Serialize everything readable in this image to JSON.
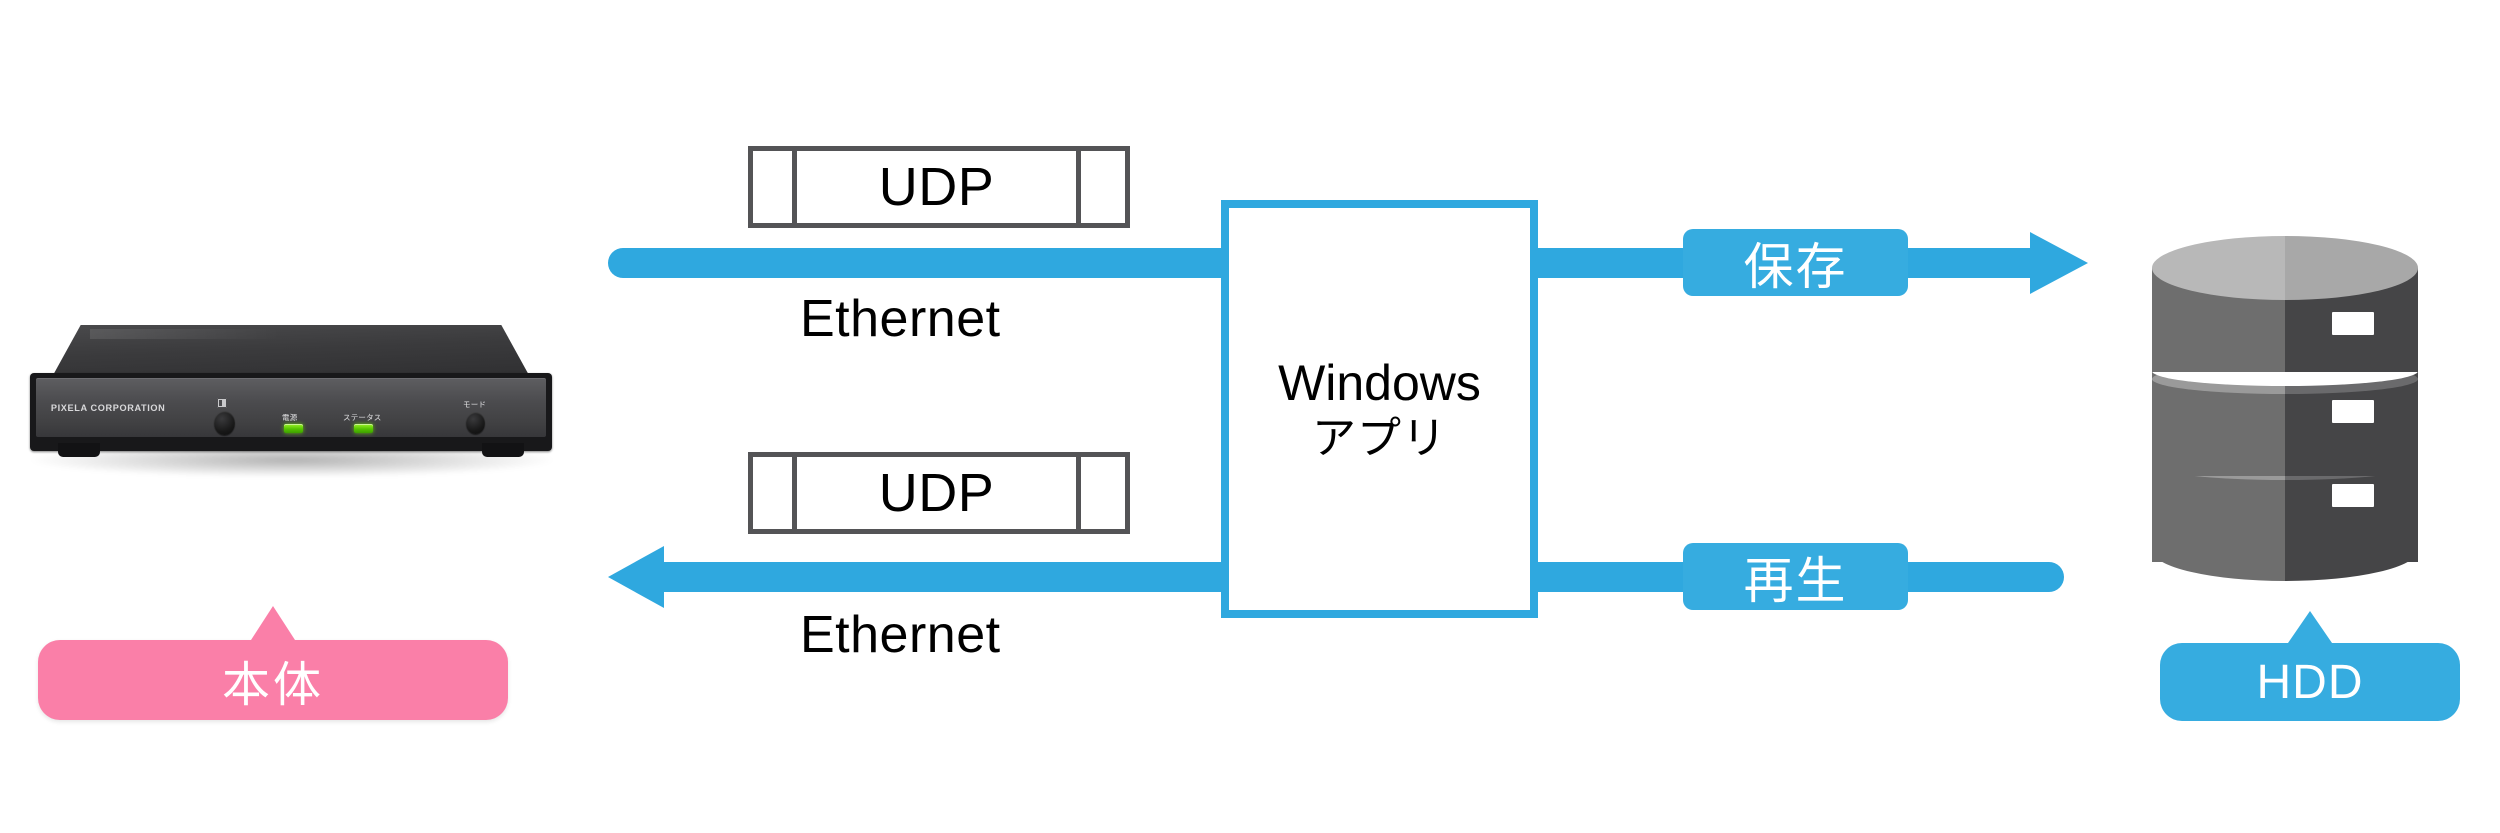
{
  "diagram": {
    "title": "UDP Ethernet recording/playback data flow",
    "colors": {
      "flow_blue": "#2FA8DF",
      "pill_blue": "#36ACE0",
      "callout_pink": "#FA7FA8",
      "packet_border": "#545456",
      "hdd_light": "#B8B8B8",
      "hdd_mid": "#6E6E6E",
      "hdd_dark": "#454547"
    }
  },
  "device": {
    "brand": "PIXELA CORPORATION",
    "power_led_label": "電源",
    "status_led_label": "ステータス",
    "mode_button_label": "モード",
    "callout": "本体"
  },
  "packets": {
    "top": {
      "label": "UDP"
    },
    "bottom": {
      "label": "UDP"
    }
  },
  "links": {
    "top": {
      "label": "Ethernet",
      "direction": "right"
    },
    "bottom": {
      "label": "Ethernet",
      "direction": "left"
    }
  },
  "app": {
    "line1": "Windows",
    "line2": "アプリ"
  },
  "actions": {
    "save": {
      "label": "保存",
      "direction": "right"
    },
    "play": {
      "label": "再生",
      "direction": "left"
    }
  },
  "storage": {
    "callout": "HDD"
  }
}
